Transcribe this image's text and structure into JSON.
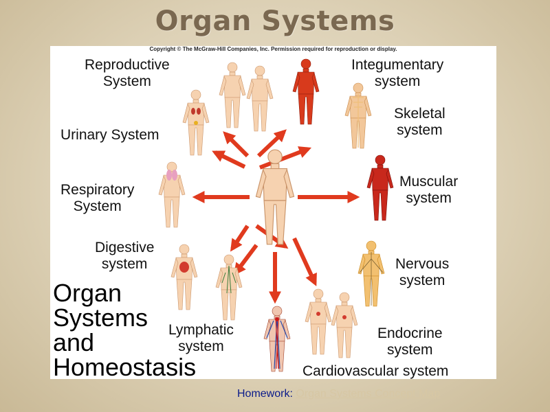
{
  "slide": {
    "title": "Organ Systems"
  },
  "figure": {
    "copyright": "Copyright © The McGraw-Hill Companies, Inc. Permission required for reproduction or display.",
    "labels": {
      "reproductive": "Reproductive\nSystem",
      "integumentary": "Integumentary\nsystem",
      "skeletal": "Skeletal\nsystem",
      "urinary": "Urinary System",
      "respiratory": "Respiratory\nSystem",
      "muscular": "Muscular\nsystem",
      "digestive": "Digestive\nsystem",
      "nervous": "Nervous\nsystem",
      "lymphatic": "Lymphatic\nsystem",
      "endocrine": "Endocrine\nsystem",
      "cardiovascular": "Cardiovascular system"
    },
    "big_caption": "Organ\nSystems\nand\nHomeostasis"
  },
  "footer": {
    "homework_label": "Homework:",
    "homework_link": "Organ Systems Concept Map"
  },
  "colors": {
    "title": "#7a6850",
    "arrow": "#e03a1e",
    "skin": "#f6d2b0",
    "link": "#d7c7a4"
  }
}
